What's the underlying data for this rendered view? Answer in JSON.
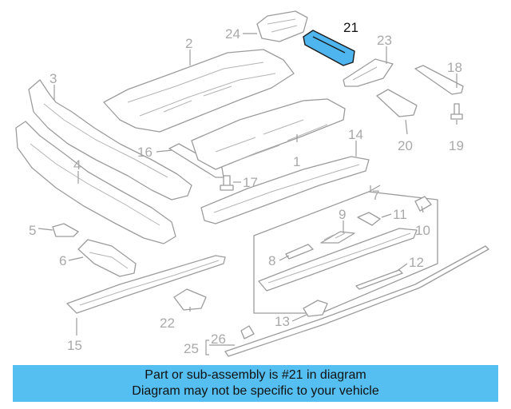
{
  "diagram": {
    "highlight_color": "#4fb5ee",
    "highlighted_part": "21",
    "callouts": {
      "c1": "1",
      "c2": "2",
      "c3": "3",
      "c4": "4",
      "c5": "5",
      "c6": "6",
      "c7": "7",
      "c8": "8",
      "c9": "9",
      "c10": "10",
      "c11": "11",
      "c12": "12",
      "c13": "13",
      "c14": "14",
      "c15": "15",
      "c16": "16",
      "c17": "17",
      "c18": "18",
      "c19": "19",
      "c20": "20",
      "c21": "21",
      "c22": "22",
      "c23": "23",
      "c24": "24",
      "c25": "25",
      "c26": "26"
    }
  },
  "banner": {
    "background": "#55bff1",
    "line1": "Part or sub-assembly is #21 in diagram",
    "line2": "Diagram may not be specific to your vehicle"
  }
}
